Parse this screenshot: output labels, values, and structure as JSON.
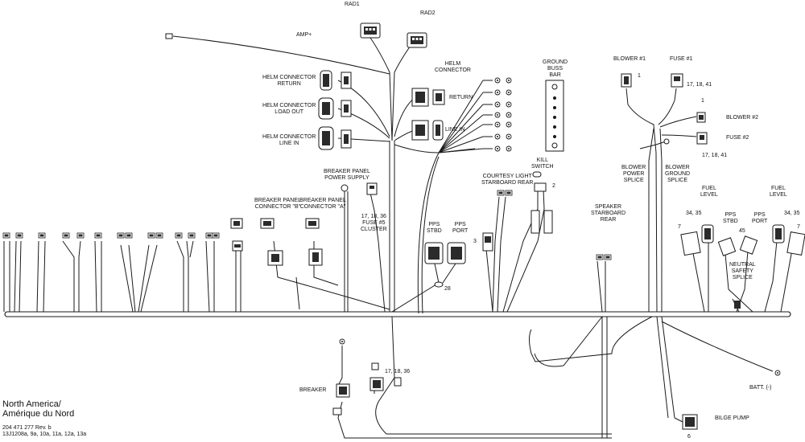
{
  "labels": {
    "rad1": "RAD1",
    "rad2": "RAD2",
    "amp": "AMP+",
    "helm_return_l1": "HELM CONNECTOR",
    "helm_return_l2": "RETURN",
    "helm_loadout_l1": "HELM CONNECTOR",
    "helm_loadout_l2": "LOAD OUT",
    "helm_linein_l1": "HELM CONNECTOR",
    "helm_linein_l2": "LINE IN",
    "helm_l1": "HELM",
    "helm_l2": "CONNECTOR",
    "return": "RETURN",
    "line_in": "LINE IN",
    "ground_l1": "GROUND",
    "ground_l2": "BUSS",
    "ground_l3": "BAR",
    "blower1": "BLOWER #1",
    "fuse1": "FUSE #1",
    "blower2": "BLOWER #2",
    "fuse2": "FUSE #2",
    "fuse_num_top": "17, 18, 41",
    "fuse_num_right": "17, 18, 41",
    "one_a": "1",
    "one_b": "1",
    "blower_power_l1": "BLOWER",
    "blower_power_l2": "POWER",
    "blower_power_l3": "SPLICE",
    "blower_ground_l1": "BLOWER",
    "blower_ground_l2": "GROUND",
    "blower_ground_l3": "SPLICE",
    "bp_supply_l1": "BREAKER PANEL",
    "bp_supply_l2": "POWER SUPPLY",
    "bp_b_l1": "BREAKER PANEL",
    "bp_b_l2": "CONNECTOR \"B\"",
    "bp_a_l1": "BREAKER PANEL",
    "bp_a_l2": "CONNECTOR \"A\"",
    "fuse5_l1": "17, 18, 36",
    "fuse5_l2": "FUSE #5",
    "fuse5_l3": "CLUSTER",
    "courtesy_l1": "COURTESY LIGHT",
    "courtesy_l2": "STARBOARD REAR",
    "kill_l1": "KILL",
    "kill_l2": "SWITCH",
    "two": "2",
    "three": "3",
    "pps_stbd_l1": "PPS",
    "pps_stbd_l2": "STBD",
    "pps_port_l1": "PPS",
    "pps_port_l2": "PORT",
    "twentyeight": "28",
    "speaker_l1": "SPEAKER",
    "speaker_l2": "STARBOARD",
    "speaker_l3": "REAR",
    "fuel_left_l1": "FUEL",
    "fuel_left_l2": "LEVEL",
    "fuel_right_l1": "FUEL",
    "fuel_right_l2": "LEVEL",
    "num_3435_left": "34, 35",
    "num_3435_right": "34, 35",
    "pps_stbd_r_l1": "PPS",
    "pps_stbd_r_l2": "STBD",
    "pps_port_r_l1": "PPS",
    "pps_port_r_l2": "PORT",
    "num_45": "45",
    "seven_left": "7",
    "seven_right": "7",
    "neutral_l1": "NEUTRAL",
    "neutral_l2": "SAFETY",
    "neutral_l3": "SPLICE",
    "breaker": "BREAKER",
    "breaker_num": "17, 18, 36",
    "batt": "BATT. (-)",
    "bilge": "BILGE PUMP",
    "six": "6"
  },
  "footer": {
    "region_l1": "North America/",
    "region_l2": "Amérique du Nord",
    "part_number": "204 471 277 Rev. b",
    "models": "13J1208a, 9a, 10a, 11a, 12a, 13a"
  },
  "colors": {
    "line": "#1a1a1a",
    "connector_fill": "#ffffff",
    "connector_dark": "#2b2b2b"
  }
}
